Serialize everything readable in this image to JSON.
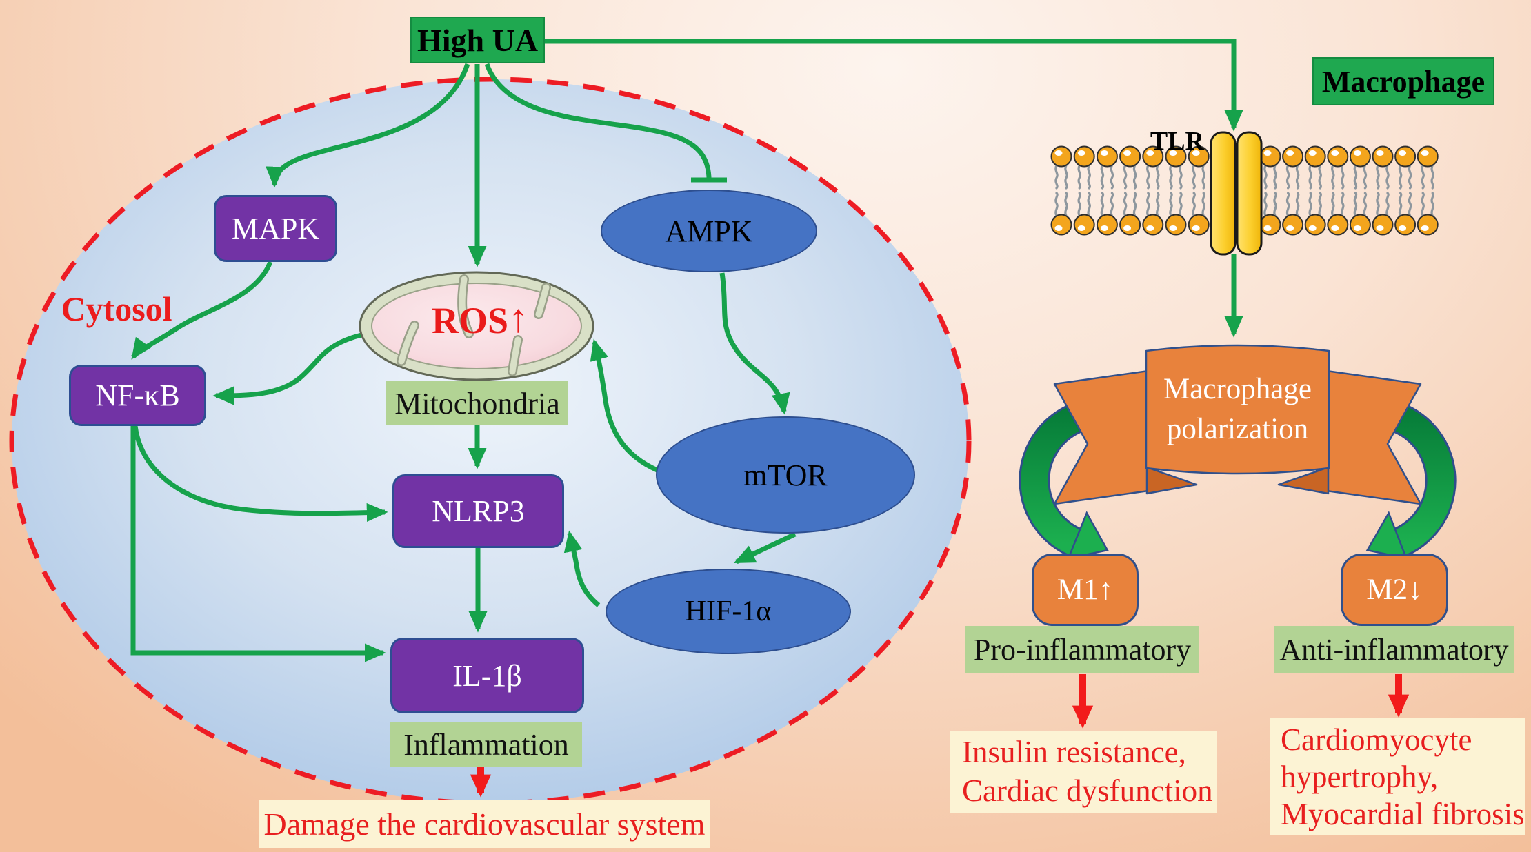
{
  "figure": {
    "description": "Signaling diagram of high uric acid effects on the cardiovascular system and macrophage polarization"
  },
  "cell": {
    "region_label": "Cytosol",
    "nodes": {
      "high_ua": "High UA",
      "mapk": "MAPK",
      "ampk": "AMPK",
      "ros": "ROS",
      "ros_arrow": "↑",
      "mitochondria": "Mitochondria",
      "nfkb": "NF-κB",
      "nlrp3": "NLRP3",
      "il1b": "IL-1β",
      "inflammation": "Inflammation",
      "mtor": "mTOR",
      "hif1a": "HIF-1α"
    },
    "outcome": "Damage the cardiovascular system"
  },
  "macrophage": {
    "title": "Macrophage",
    "receptor": "TLR",
    "banner": {
      "line1": "Macrophage",
      "line2": "polarization"
    },
    "m1": "M1↑",
    "m2": "M2↓",
    "m1_label": "Pro-inflammatory",
    "m2_label": "Anti-inflammatory",
    "m1_outcome": {
      "line1": "Insulin resistance,",
      "line2": "Cardiac dysfunction"
    },
    "m2_outcome": {
      "line1": "Cardiomyocyte",
      "line2": "hypertrophy,",
      "line3": "Myocardial fibrosis"
    }
  },
  "colors": {
    "background_edge": "#F3BF9A",
    "background_center": "#FDF4EE",
    "cell_fill": "#C7D9EE",
    "cell_border": "#ED1C24",
    "green_box": "#1FA850",
    "green_arrow": "#16A24B",
    "purple_box": "#7233A5",
    "blue_ellipse": "#4573C4",
    "label_green": "#B2D394",
    "cream_box": "#FCF3D4",
    "orange_ribbon": "#E8823C",
    "red_text": "#EC1C1C",
    "lipid_head": "#F3A51D",
    "channel_yellow": "#FFD43B"
  }
}
